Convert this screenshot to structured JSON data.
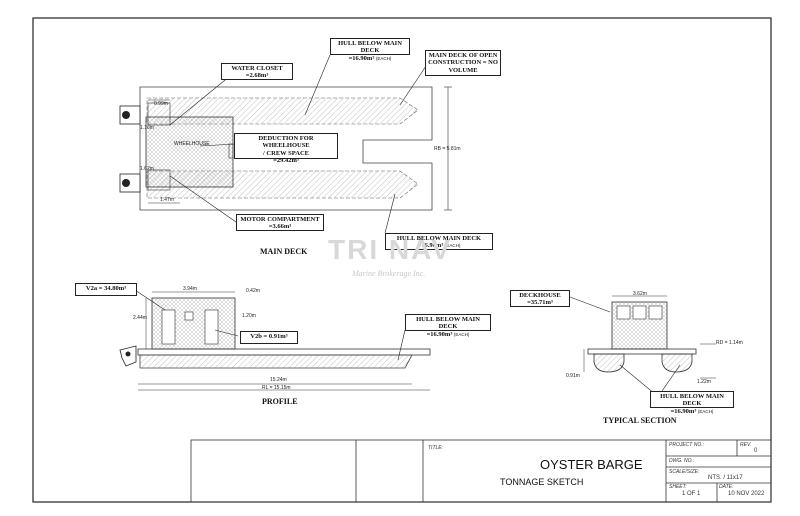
{
  "main_deck": {
    "title": "MAIN DECK",
    "wheelhouse": "WHEELHOUSE",
    "callouts": {
      "water_closet": {
        "label": "WATER CLOSET",
        "value": "=2.68m³"
      },
      "hull_top": {
        "label": "HULL BELOW MAIN DECK",
        "value": "=16.90m³",
        "note": "(EACH)"
      },
      "open_construction": {
        "line1": "MAIN DECK OF OPEN",
        "line2": "CONSTRUCTION = NO",
        "line3": "VOLUME"
      },
      "wheelhouse_deduction": {
        "line1": "DEDUCTION FOR WHEELHOUSE",
        "line2": "/ CREW SPACE",
        "line3": "=29.42m³"
      },
      "motor": {
        "label": "MOTOR COMPARTMENT",
        "value": "=3.66m³"
      },
      "hull_bottom": {
        "label": "HULL BELOW MAIN DECK",
        "value": "=16.90m³",
        "note": "(EACH)"
      }
    },
    "dims": {
      "d1": "0.99m",
      "d2": "1.16m",
      "d3": "1.62m",
      "d4": "1.47m",
      "rb": "RB = 5.81m"
    }
  },
  "watermark": {
    "brand": "TRI NAV",
    "tagline": "Marine Brokerage Inc."
  },
  "profile": {
    "title": "PROFILE",
    "v2a": "V2a = 34.80m³",
    "v2b": "V2b = 0.91m³",
    "hull": {
      "label": "HULL BELOW MAIN DECK",
      "value": "=16.90m³",
      "note": "(EACH)"
    },
    "dims": {
      "top": "3.94m",
      "top2": "0.42m",
      "right": "1.20m",
      "left": "2.44m",
      "bottom": "15.24m",
      "rl": "RL = 15.15m"
    }
  },
  "section": {
    "title": "TYPICAL SECTION",
    "deckhouse": {
      "label": "DECKHOUSE",
      "value": "=35.71m³"
    },
    "hull": {
      "label": "HULL BELOW MAIN DECK",
      "value": "=16.90m³",
      "note": "(EACH)"
    },
    "dims": {
      "top": "3.62m",
      "rd": "RD = 1.14m",
      "left": "0.91m",
      "bottom": "1.22m"
    }
  },
  "title_block": {
    "title_label": "TITLE:",
    "title": "OYSTER BARGE",
    "subtitle": "TONNAGE SKETCH",
    "project_label": "PROJECT NO.:",
    "rev_label": "REV.",
    "rev_value": "0",
    "dwg_label": "DWG. NO.:",
    "scale_label": "SCALE/SIZE:",
    "scale_value": "NTS. / 11x17",
    "sheet_label": "SHEET:",
    "sheet_value": "1 OF 1",
    "date_label": "DATE:",
    "date_value": "10 NOV 2022"
  }
}
